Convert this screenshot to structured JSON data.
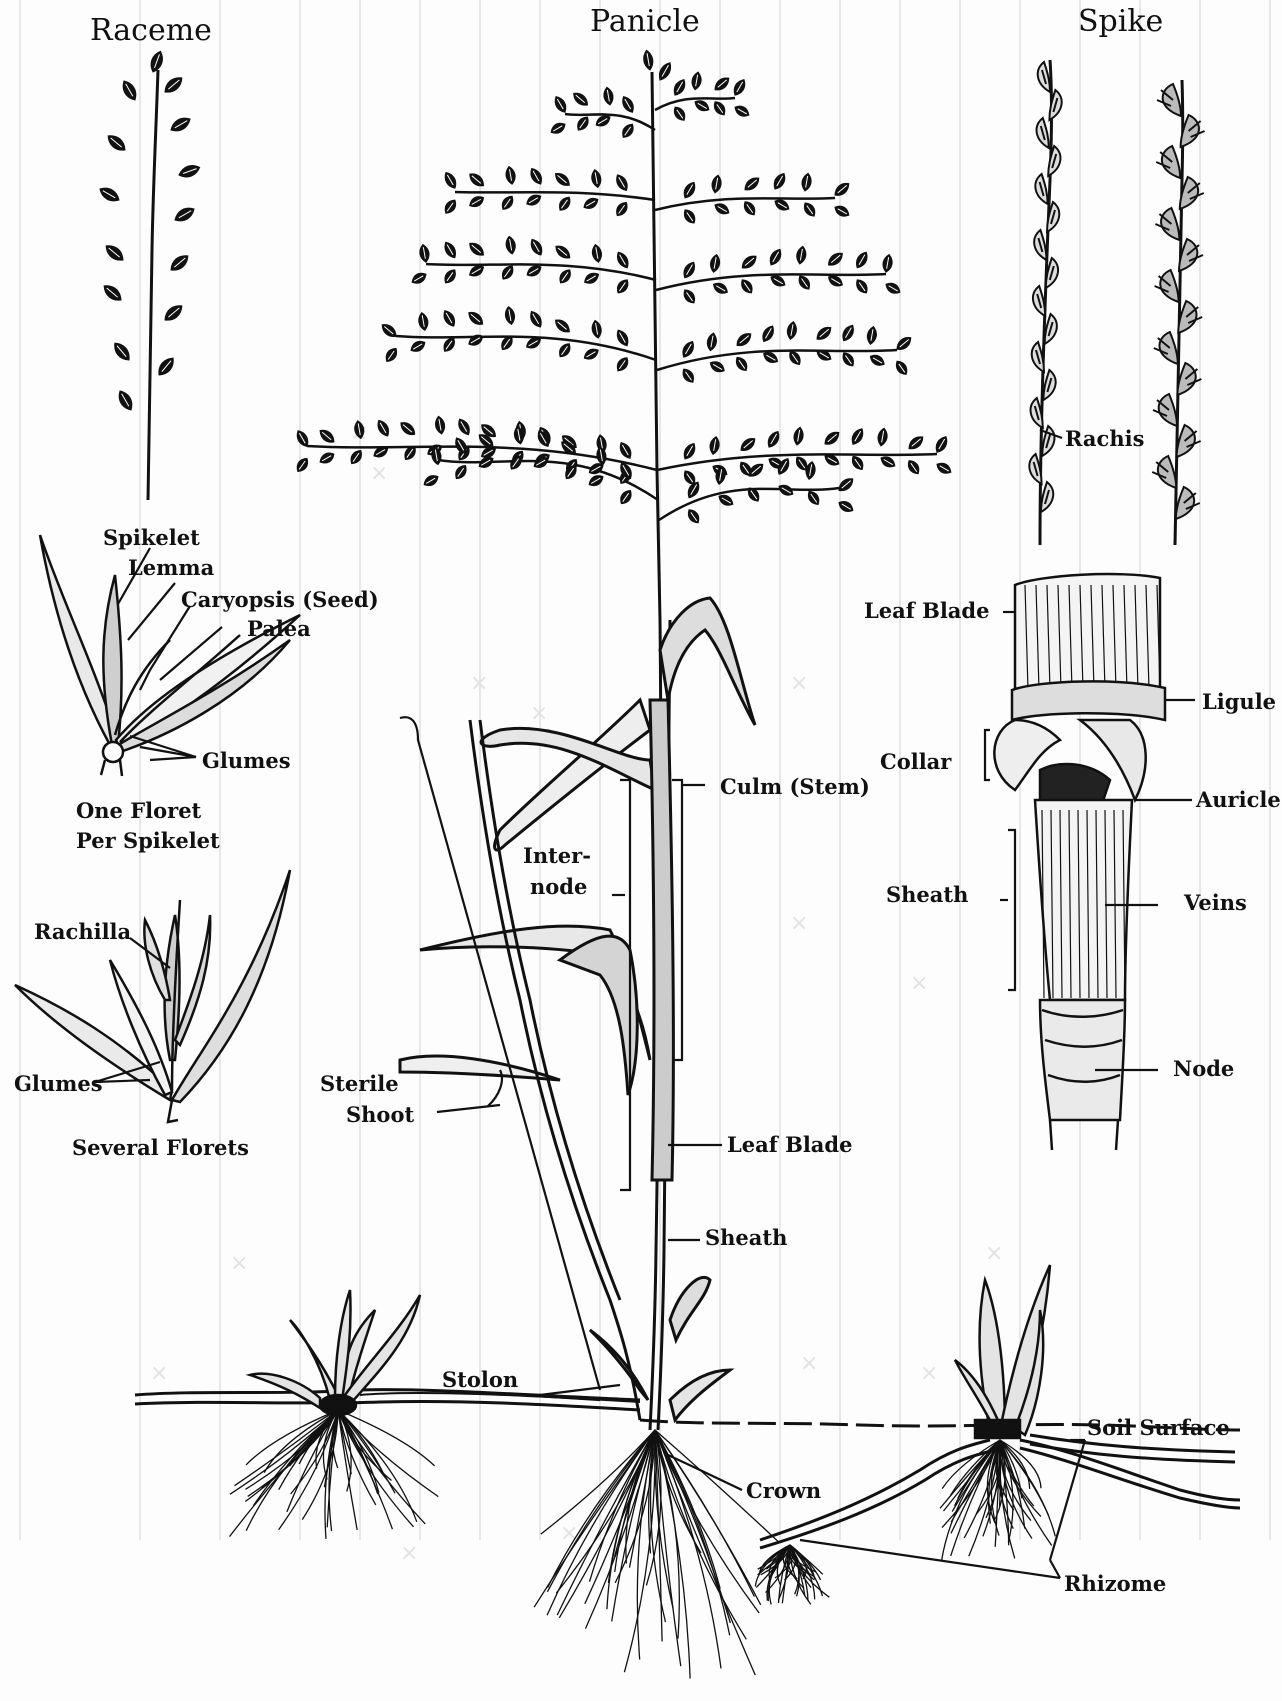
{
  "headings": {
    "raceme": "Raceme",
    "panicle": "Panicle",
    "spike": "Spike"
  },
  "labels": {
    "spikelet": "Spikelet",
    "lemma": "Lemma",
    "caryopsis": "Caryopsis (Seed)",
    "palea": "Palea",
    "glumes_top": "Glumes",
    "one_floret_1": "One Floret",
    "one_floret_2": "Per Spikelet",
    "rachilla": "Rachilla",
    "glumes_bottom": "Glumes",
    "several_florets": "Several Florets",
    "inter_1": "Inter-",
    "inter_2": "node",
    "culm": "Culm (Stem)",
    "sterile_1": "Sterile",
    "sterile_2": "Shoot",
    "leaf_blade_stem": "Leaf Blade",
    "sheath_stem": "Sheath",
    "stolon": "Stolon",
    "crown": "Crown",
    "rachis": "Rachis",
    "leaf_blade_collar": "Leaf Blade",
    "ligule": "Ligule",
    "collar": "Collar",
    "auricle": "Auricle",
    "sheath_collar": "Sheath",
    "veins": "Veins",
    "node": "Node",
    "soil_surface": "Soil Surface",
    "rhizome": "Rhizome"
  },
  "colors": {
    "ink": "#111111",
    "paper": "#fdfdfd",
    "ghost": "#e2e2e2"
  }
}
